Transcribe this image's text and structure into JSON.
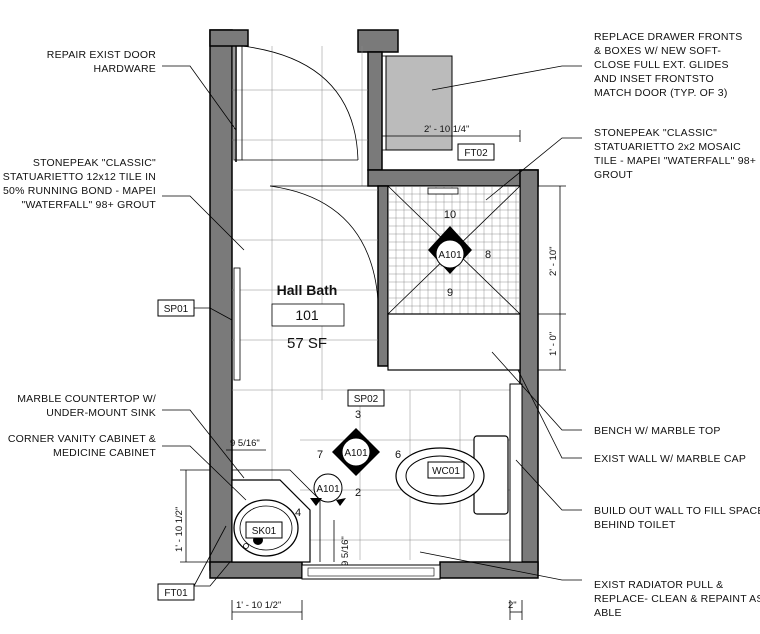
{
  "room": {
    "name": "Hall Bath",
    "number": "101",
    "area": "57 SF"
  },
  "notes": {
    "repair_door": [
      "REPAIR EXIST DOOR",
      "HARDWARE"
    ],
    "stonepeak_12x12": [
      "STONEPEAK \"CLASSIC\"",
      "STATUARIETTO 12x12 TILE IN",
      "50% RUNNING BOND - MAPEI",
      "\"WATERFALL\" 98+ GROUT"
    ],
    "marble_countertop": [
      "MARBLE COUNTERTOP W/",
      "UNDER-MOUNT SINK"
    ],
    "corner_vanity": [
      "CORNER VANITY CABINET &",
      "MEDICINE CABINET"
    ],
    "replace_drawer": [
      "REPLACE DRAWER FRONTS",
      "& BOXES W/ NEW SOFT-",
      "CLOSE FULL EXT. GLIDES",
      "AND INSET FRONTSTO",
      "MATCH DOOR (TYP. OF 3)"
    ],
    "stonepeak_2x2": [
      "STONEPEAK \"CLASSIC\"",
      "STATUARIETTO 2x2 MOSAIC",
      "TILE - MAPEI \"WATERFALL\" 98+",
      "GROUT"
    ],
    "bench": [
      "BENCH W/ MARBLE TOP"
    ],
    "exist_wall": [
      "EXIST WALL W/ MARBLE CAP"
    ],
    "build_out": [
      "BUILD OUT WALL TO FILL SPACE",
      "BEHIND TOILET"
    ],
    "radiator": [
      "EXIST RADIATOR PULL &",
      "REPLACE- CLEAN & REPAINT AS",
      "ABLE"
    ]
  },
  "tags": {
    "sp01": "SP01",
    "sp02": "SP02",
    "ft01": "FT01",
    "ft02": "FT02",
    "wc01": "WC01",
    "sk01": "SK01"
  },
  "symbols": {
    "a101": "A101",
    "shower_numbers": [
      "10",
      "8",
      "9"
    ],
    "toilet_numbers": [
      "3",
      "7",
      "6"
    ],
    "sink_numbers": [
      "2",
      "4"
    ]
  },
  "dims": {
    "drawer_width": "2' - 10 1/4\"",
    "shower_depth": "2' - 10\"",
    "bench_depth": "1' - 0\"",
    "left_depth": "1' - 10 1/2\"",
    "bottom_width": "1' - 10 1/2\"",
    "bottom_right": "2\"",
    "vanity_small": "9 5/16\"",
    "vanity_vertical": "9 5/16\""
  }
}
